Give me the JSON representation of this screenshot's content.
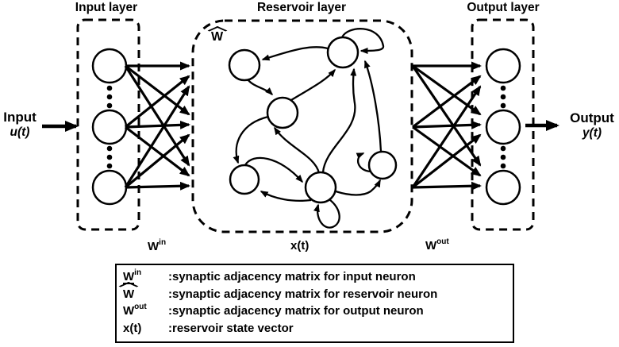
{
  "titles": {
    "input": "Input layer",
    "reservoir": "Reservoir layer",
    "output": "Output layer"
  },
  "signals": {
    "input_label": "Input",
    "input_symbol": "u(t)",
    "output_label": "Output",
    "output_symbol": "y(t)"
  },
  "matrices": {
    "win": {
      "base": "W",
      "sup": "in"
    },
    "what": {
      "base": "W"
    },
    "wout": {
      "base": "W",
      "sup": "out"
    },
    "state": "x(t)"
  },
  "legend": {
    "rows": [
      {
        "base": "W",
        "sup": "in",
        "desc": ":synaptic adjacency matrix for input neuron"
      },
      {
        "base": "W",
        "desc": ":synaptic adjacency matrix for reservoir neuron"
      },
      {
        "base": "W",
        "sup": "out",
        "desc": ":synaptic adjacency matrix for output neuron"
      },
      {
        "base": "x(t)",
        "desc": ":reservoir state vector"
      }
    ]
  },
  "colors": {
    "ink": "#000000",
    "background": "#ffffff"
  }
}
